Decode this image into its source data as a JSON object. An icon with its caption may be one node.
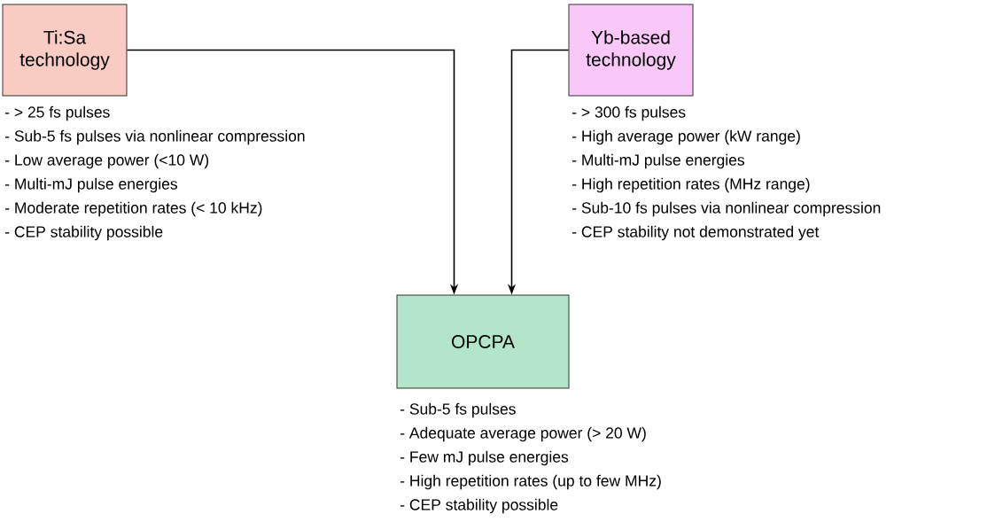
{
  "diagram": {
    "nodes": [
      {
        "text": [
          "Ti:Sa technology"
        ],
        "beside": [
          "- > 25 fs pulses",
          "- Sub-5 fs pulses via nonlinear compression",
          "- Low average power (<10 W)",
          "- Multi-mJ pulse energies",
          "- Moderate repetition rates (< 10 kHz)",
          "- CEP stability possible"
        ]
      },
      {
        "text": [
          "Yb-based technology"
        ],
        "beside": [
          "- > 300 fs pulses",
          "- High average power (kW range)",
          "- Multi-mJ pulse energies",
          "- High repetition rates (MHz range)",
          "- Sub-10 fs pulses via nonlinear compression",
          "- CEP stability not demonstrated yet"
        ]
      },
      {
        "text": [
          "OPCPA"
        ],
        "beside": [
          "- Sub-5 fs pulses",
          "- Adequate average power (> 20 W)",
          "- Few mJ pulse energies",
          "- High repetition rates (up to few MHz)",
          "- CEP stability possible"
        ]
      }
    ],
    "edges": [
      {
        "from": 0,
        "to": 2,
        "arrow": "to"
      },
      {
        "from": 1,
        "to": 2,
        "arrow": "to"
      }
    ]
  }
}
